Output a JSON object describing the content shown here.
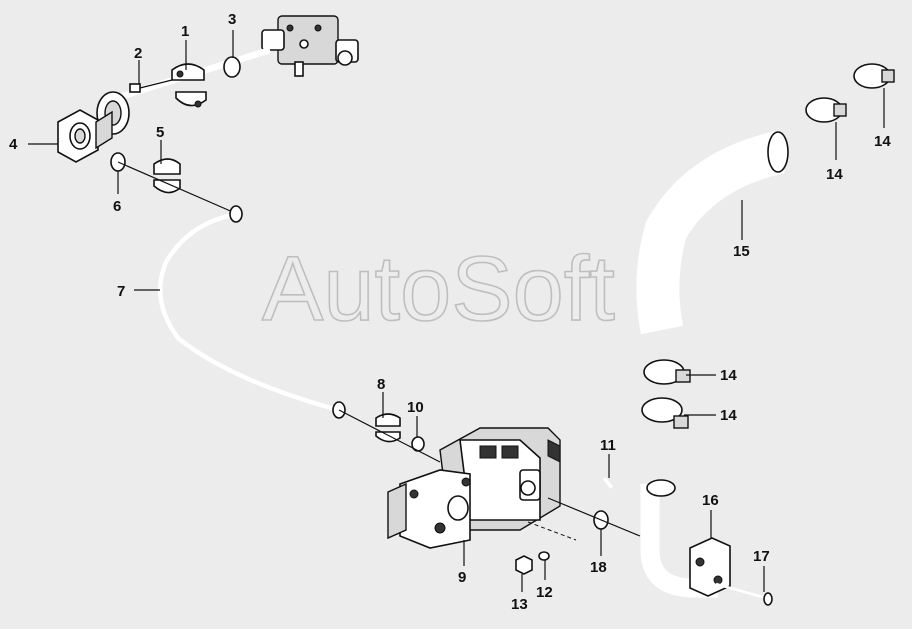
{
  "watermark": "AutoSoft",
  "callouts": [
    {
      "id": "c1",
      "text": "1"
    },
    {
      "id": "c2",
      "text": "2"
    },
    {
      "id": "c3",
      "text": "3"
    },
    {
      "id": "c4",
      "text": "4"
    },
    {
      "id": "c5",
      "text": "5"
    },
    {
      "id": "c6",
      "text": "6"
    },
    {
      "id": "c7",
      "text": "7"
    },
    {
      "id": "c8",
      "text": "8"
    },
    {
      "id": "c9",
      "text": "9"
    },
    {
      "id": "c10",
      "text": "10"
    },
    {
      "id": "c11",
      "text": "11"
    },
    {
      "id": "c12",
      "text": "12"
    },
    {
      "id": "c13",
      "text": "13"
    },
    {
      "id": "c14a",
      "text": "14"
    },
    {
      "id": "c14b",
      "text": "14"
    },
    {
      "id": "c14c",
      "text": "14"
    },
    {
      "id": "c14d",
      "text": "14"
    },
    {
      "id": "c15",
      "text": "15"
    },
    {
      "id": "c16",
      "text": "16"
    },
    {
      "id": "c17",
      "text": "17"
    },
    {
      "id": "c18",
      "text": "18"
    }
  ],
  "colors": {
    "background": "#ececec",
    "ink": "#111111",
    "watermark": "#9a9a9a"
  }
}
